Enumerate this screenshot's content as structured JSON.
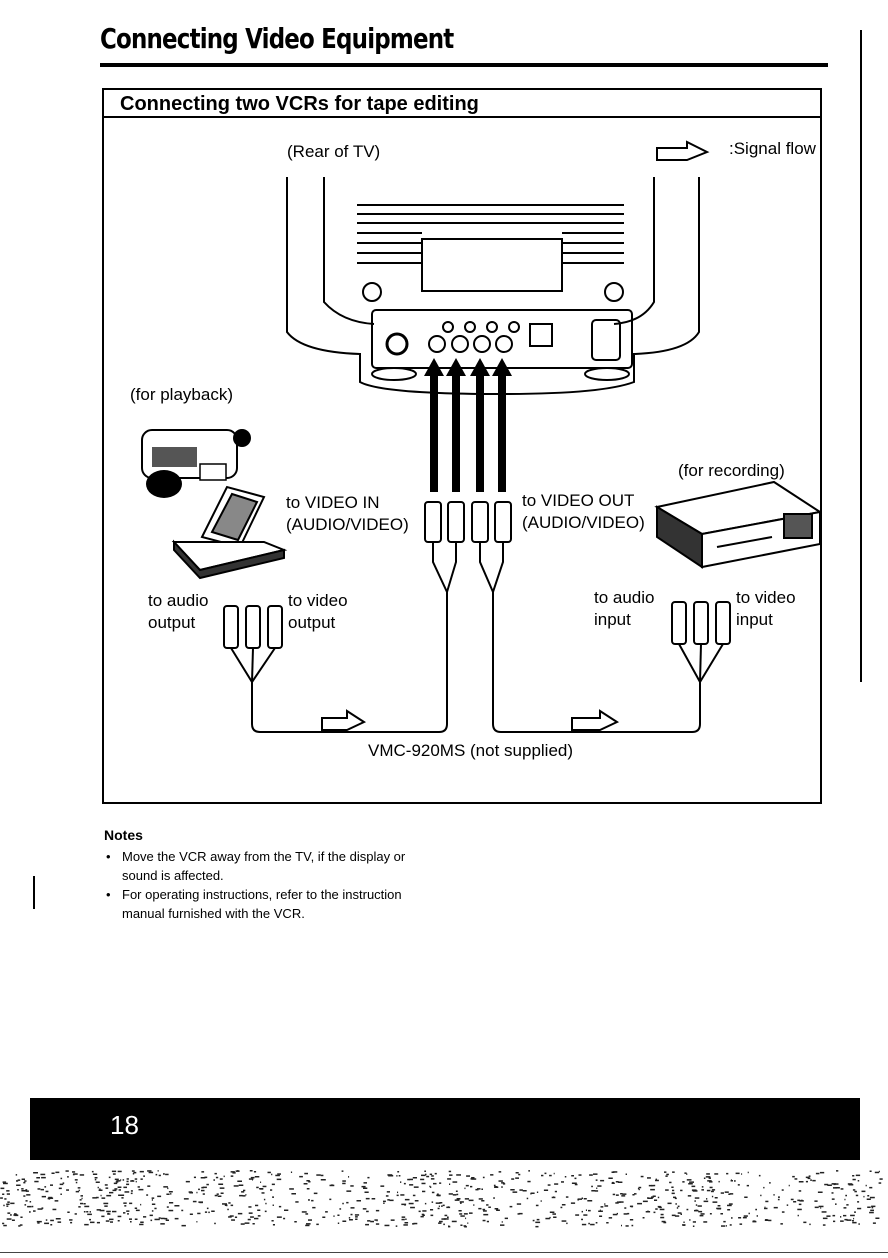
{
  "page": {
    "title": "Connecting Video Equipment",
    "page_number": "18"
  },
  "diagram": {
    "heading": "Connecting two VCRs for tape editing",
    "rear_of_tv": "(Rear of TV)",
    "signal_flow": ":Signal flow",
    "for_playback": "(for playback)",
    "for_recording": "(for recording)",
    "to_video_in": "to VIDEO IN",
    "audio_video_in": "(AUDIO/VIDEO)",
    "to_video_out": "to VIDEO OUT",
    "audio_video_out": "(AUDIO/VIDEO)",
    "to_audio_output_1": "to audio",
    "to_audio_output_2": "output",
    "to_video_output_1": "to video",
    "to_video_output_2": "output",
    "to_audio_input_1": "to audio",
    "to_audio_input_2": "input",
    "to_video_input_1": "to video",
    "to_video_input_2": "input",
    "cable": "VMC-920MS (not supplied)"
  },
  "notes": {
    "title": "Notes",
    "items": [
      "Move the VCR away from the TV, if the display or sound is affected.",
      "For operating instructions, refer to the instruction manual furnished with the VCR."
    ]
  }
}
